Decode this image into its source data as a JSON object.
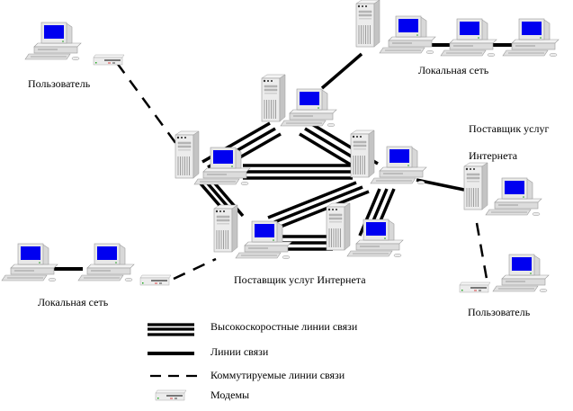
{
  "diagram": {
    "type": "network-topology",
    "colors": {
      "screen": "#0000f0",
      "device_body": "#e4e4e4",
      "device_shadow": "#a8a8a8",
      "line": "#000000",
      "background": "#ffffff"
    },
    "labels": {
      "user_top_left": "Пользователь",
      "lan_top_right": "Локальная сеть",
      "isp_right_line1": "Поставщик услуг",
      "isp_right_line2": "Интернета",
      "isp_center": "Поставщик услуг Интернета",
      "lan_bottom_left": "Локальная сеть",
      "user_bottom_right": "Пользователь"
    },
    "nodes": [
      {
        "id": "user-top-left",
        "kind": "workstation",
        "group": "Пользователь"
      },
      {
        "id": "modem-top-left",
        "kind": "modem"
      },
      {
        "id": "lan-top-server",
        "kind": "server",
        "group": "Локальная сеть"
      },
      {
        "id": "lan-top-pc-1",
        "kind": "workstation",
        "group": "Локальная сеть"
      },
      {
        "id": "lan-top-pc-2",
        "kind": "workstation",
        "group": "Локальная сеть"
      },
      {
        "id": "lan-top-pc-3",
        "kind": "workstation",
        "group": "Локальная сеть"
      },
      {
        "id": "core-top",
        "kind": "server-workstation",
        "group": "Поставщик услуг Интернета"
      },
      {
        "id": "core-left",
        "kind": "server-workstation",
        "group": "Поставщик услуг Интернета"
      },
      {
        "id": "core-right",
        "kind": "server-workstation",
        "group": "Поставщик услуг Интернета"
      },
      {
        "id": "core-bottom-left",
        "kind": "server-workstation",
        "group": "Поставщик услуг Интернета"
      },
      {
        "id": "core-bottom-right",
        "kind": "server-workstation",
        "group": "Поставщик услуг Интернета"
      },
      {
        "id": "isp-right",
        "kind": "server-workstation",
        "group": "Поставщик услуг Интернета"
      },
      {
        "id": "lan-bottom-pc-1",
        "kind": "workstation",
        "group": "Локальная сеть"
      },
      {
        "id": "lan-bottom-pc-2",
        "kind": "workstation",
        "group": "Локальная сеть"
      },
      {
        "id": "modem-bottom-left",
        "kind": "modem"
      },
      {
        "id": "modem-bottom-right",
        "kind": "modem"
      },
      {
        "id": "user-bottom-right",
        "kind": "workstation",
        "group": "Пользователь"
      }
    ],
    "links": [
      {
        "from": "core-top",
        "to": "core-left",
        "type": "high-speed"
      },
      {
        "from": "core-top",
        "to": "core-right",
        "type": "high-speed"
      },
      {
        "from": "core-left",
        "to": "core-right",
        "type": "high-speed"
      },
      {
        "from": "core-left",
        "to": "core-bottom-left",
        "type": "high-speed"
      },
      {
        "from": "core-right",
        "to": "core-bottom-left",
        "type": "high-speed"
      },
      {
        "from": "core-right",
        "to": "core-bottom-right",
        "type": "high-speed"
      },
      {
        "from": "core-bottom-left",
        "to": "core-bottom-right",
        "type": "high-speed"
      },
      {
        "from": "core-top",
        "to": "lan-top-server",
        "type": "line"
      },
      {
        "from": "lan-top-pc-1",
        "to": "lan-top-pc-2",
        "type": "line"
      },
      {
        "from": "lan-top-pc-2",
        "to": "lan-top-pc-3",
        "type": "line"
      },
      {
        "from": "core-right",
        "to": "isp-right",
        "type": "line"
      },
      {
        "from": "lan-bottom-pc-1",
        "to": "lan-bottom-pc-2",
        "type": "line"
      },
      {
        "from": "modem-top-left",
        "to": "core-left",
        "type": "dial-up"
      },
      {
        "from": "modem-bottom-left",
        "to": "core-bottom-left",
        "type": "dial-up"
      },
      {
        "from": "isp-right",
        "to": "modem-bottom-right",
        "type": "dial-up"
      }
    ]
  },
  "legend": {
    "items": [
      {
        "key": "high-speed",
        "label": "Высокоскоростные линии связи"
      },
      {
        "key": "line",
        "label": "Линии связи"
      },
      {
        "key": "dial-up",
        "label": "Коммутируемые линии связи"
      },
      {
        "key": "modem",
        "label": "Модемы"
      }
    ]
  }
}
